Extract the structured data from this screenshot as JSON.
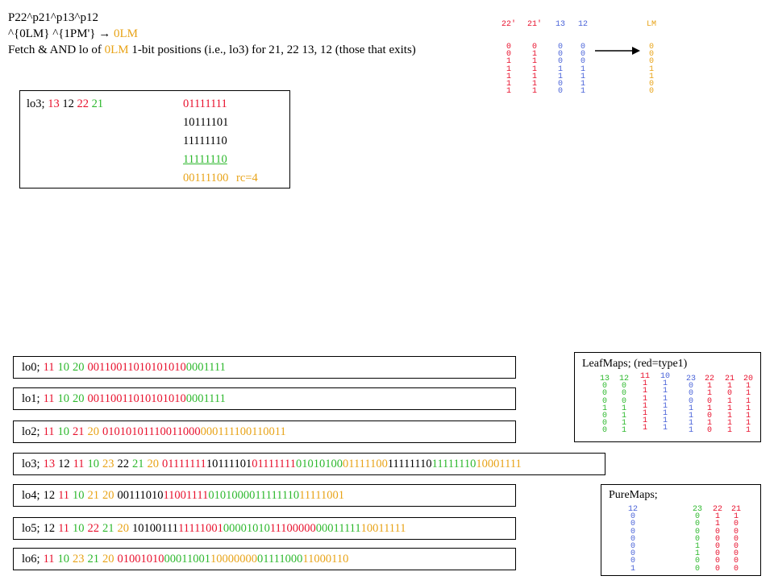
{
  "header": {
    "line1": "P22^p21^p13^p12",
    "line2_pre": "^{0LM} ^{1PM'} ",
    "line2_arrow": "→",
    "line2_post": " 0LM",
    "line3_pre": "Fetch & AND lo of ",
    "line3_hl": "0LM",
    "line3_post": " 1-bit positions (i.e., lo3) for 21, 22 13, 12 (those that exits)"
  },
  "topColumns": [
    {
      "label": "22'",
      "bits": "0\n0\n1\n1\n1\n1\n1",
      "color": "#e8112d"
    },
    {
      "label": "21'",
      "bits": "0\n1\n1\n1\n1\n1\n1",
      "color": "#e8112d"
    },
    {
      "label": "13",
      "bits": "0\n0\n0\n1\n1\n0\n0",
      "color": "#4a63d8"
    },
    {
      "label": "12",
      "bits": "0\n0\n0\n1\n1\n1\n1",
      "color": "#4a63d8"
    }
  ],
  "lmColumn": {
    "label": "LM",
    "bits": "0\n0\n0\n1\n1\n0\n0",
    "color": "#e8a317"
  },
  "lo3box": {
    "prefix": "lo3;",
    "n1": "13",
    "n2": "12",
    "n3": "22",
    "n4": "21",
    "rows": [
      "01111111",
      "10111101",
      "11111110",
      "11111110",
      "00111100"
    ],
    "rc": "rc=4"
  },
  "leafmaps": {
    "title": "LeafMaps; (red=type1)",
    "columns": [
      {
        "label": "13",
        "bits": "0\n0\n0\n1\n0\n0\n0",
        "color": "#2db82d"
      },
      {
        "label": "12",
        "bits": "0\n0\n0\n1\n1\n1\n1",
        "color": "#2db82d"
      },
      {
        "label": "11",
        "bits": "1\n1\n1\n1\n1\n1\n1",
        "color": "#e8112d"
      },
      {
        "label": "10",
        "bits": "1\n1\n1\n1\n1\n1\n1",
        "color": "#4a63d8"
      },
      {
        "label": "23",
        "bits": "0\n0\n0\n1\n1\n1\n1",
        "color": "#4a63d8"
      },
      {
        "label": "22",
        "bits": "1\n1\n0\n1\n0\n1\n0",
        "color": "#e8112d"
      },
      {
        "label": "21",
        "bits": "1\n0\n1\n1\n1\n1\n1",
        "color": "#e8112d"
      },
      {
        "label": "20",
        "bits": "1\n1\n1\n1\n1\n1\n1",
        "color": "#e8112d"
      }
    ]
  },
  "puremaps": {
    "title": "PureMaps;",
    "columns": [
      {
        "label": "12",
        "bits": "0\n0\n0\n0\n0\n0\n0\n1",
        "color": "#4a63d8"
      },
      {
        "label": "23",
        "bits": "0\n0\n0\n0\n1\n1\n0\n0",
        "color": "#2db82d"
      },
      {
        "label": "22",
        "bits": "1\n1\n0\n0\n0\n0\n0\n0",
        "color": "#e8112d"
      },
      {
        "label": "21",
        "bits": "1\n0\n0\n0\n0\n0\n0\n0",
        "color": "#e8112d"
      }
    ]
  },
  "lo": [
    {
      "name": "lo0;",
      "segs": [
        {
          "t": "11",
          "c": "#e8112d"
        },
        {
          "t": "10",
          "c": "#2db82d"
        },
        {
          "t": "20",
          "c": "#2db82d"
        },
        {
          "t": "00110011010101010",
          "c": "#e8112d"
        },
        {
          "t": "0001111",
          "c": "#2db82d"
        }
      ]
    },
    {
      "name": "lo1;",
      "segs": [
        {
          "t": "11",
          "c": "#e8112d"
        },
        {
          "t": "10",
          "c": "#2db82d"
        },
        {
          "t": "20",
          "c": "#2db82d"
        },
        {
          "t": "00110011010101010",
          "c": "#e8112d"
        },
        {
          "t": "0001111",
          "c": "#2db82d"
        }
      ]
    },
    {
      "name": "lo2;",
      "segs": [
        {
          "t": "11",
          "c": "#e8112d"
        },
        {
          "t": "10",
          "c": "#2db82d"
        },
        {
          "t": "21",
          "c": "#e8112d"
        },
        {
          "t": "20",
          "c": "#e8a317"
        },
        {
          "t": "01010101110011000",
          "c": "#e8112d"
        },
        {
          "t": "000111100110011",
          "c": "#e8a317"
        }
      ]
    },
    {
      "name": "lo3;",
      "segs": [
        {
          "t": "13",
          "c": "#e8112d"
        },
        {
          "t": "12",
          "c": "#000"
        },
        {
          "t": "11",
          "c": "#e8112d"
        },
        {
          "t": "10",
          "c": "#2db82d"
        },
        {
          "t": "23",
          "c": "#e8a317"
        },
        {
          "t": "22",
          "c": "#000"
        },
        {
          "t": "21",
          "c": "#2db82d"
        },
        {
          "t": "20",
          "c": "#e8a317"
        },
        {
          "t": "01111111",
          "c": "#e8112d"
        },
        {
          "t": "10111101",
          "c": "#000"
        },
        {
          "t": "01111111",
          "c": "#e8112d"
        },
        {
          "t": "01010100",
          "c": "#2db82d"
        },
        {
          "t": "01111100",
          "c": "#e8a317"
        },
        {
          "t": "11111110",
          "c": "#000"
        },
        {
          "t": "11111110",
          "c": "#2db82d"
        },
        {
          "t": "10001111",
          "c": "#e8a317"
        }
      ]
    },
    {
      "name": "lo4;",
      "segs": [
        {
          "t": "12",
          "c": "#000"
        },
        {
          "t": "11",
          "c": "#e8112d"
        },
        {
          "t": "10",
          "c": "#2db82d"
        },
        {
          "t": "21",
          "c": "#e8a317"
        },
        {
          "t": "20",
          "c": "#e8a317"
        },
        {
          "t": "00111010",
          "c": "#000"
        },
        {
          "t": "11001111",
          "c": "#e8112d"
        },
        {
          "t": "01010000",
          "c": "#2db82d"
        },
        {
          "t": "11111110",
          "c": "#2db82d"
        },
        {
          "t": "11111001",
          "c": "#e8a317"
        }
      ]
    },
    {
      "name": "lo5;",
      "segs": [
        {
          "t": "12",
          "c": "#000"
        },
        {
          "t": "11",
          "c": "#e8112d"
        },
        {
          "t": "10",
          "c": "#2db82d"
        },
        {
          "t": "22",
          "c": "#e8112d"
        },
        {
          "t": "21",
          "c": "#2db82d"
        },
        {
          "t": "20",
          "c": "#e8a317"
        },
        {
          "t": "10100111",
          "c": "#000"
        },
        {
          "t": "11111001",
          "c": "#e8112d"
        },
        {
          "t": "00001010",
          "c": "#2db82d"
        },
        {
          "t": "11100000",
          "c": "#e8112d"
        },
        {
          "t": "00011111",
          "c": "#2db82d"
        },
        {
          "t": "10011111",
          "c": "#e8a317"
        }
      ]
    },
    {
      "name": "lo6;",
      "segs": [
        {
          "t": "11",
          "c": "#e8112d"
        },
        {
          "t": "10",
          "c": "#2db82d"
        },
        {
          "t": "23",
          "c": "#e8a317"
        },
        {
          "t": "21",
          "c": "#2db82d"
        },
        {
          "t": "20",
          "c": "#e8a317"
        },
        {
          "t": "01001010",
          "c": "#e8112d"
        },
        {
          "t": "00011001",
          "c": "#2db82d"
        },
        {
          "t": "10000000",
          "c": "#e8a317"
        },
        {
          "t": "01111000",
          "c": "#2db82d"
        },
        {
          "t": "11000110",
          "c": "#e8a317"
        }
      ]
    }
  ]
}
